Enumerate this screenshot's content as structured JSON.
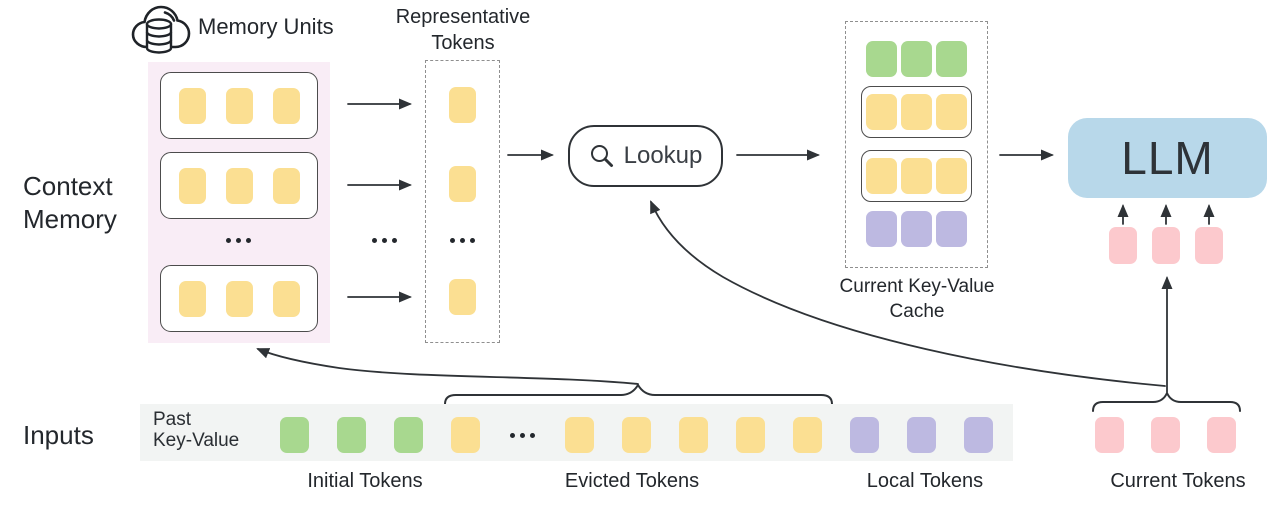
{
  "colors": {
    "token_yellow": "#FBDF92",
    "token_green": "#A8D88F",
    "token_purple": "#BDB9E1",
    "token_pink": "#FCC9CD",
    "llm_blue": "#B8D8EA",
    "memory_bg": "#F9EDF6",
    "strip_bg": "#F2F4F3",
    "line": "#2F3337"
  },
  "icons": {
    "memory_units": "cloud-database-icon",
    "lookup": "magnifier-icon",
    "ellipsis": "ellipsis-icon"
  },
  "header": {
    "memory_units": "Memory Units",
    "representative_line1": "Representative",
    "representative_line2": "Tokens"
  },
  "context_memory": {
    "label_line1": "Context",
    "label_line2": "Memory",
    "rows": [
      [
        "yellow",
        "yellow",
        "yellow"
      ],
      [
        "yellow",
        "yellow",
        "yellow"
      ],
      [
        "yellow",
        "yellow",
        "yellow"
      ]
    ]
  },
  "representative": {
    "tokens": [
      "yellow",
      "yellow",
      "yellow"
    ]
  },
  "lookup": {
    "label": "Lookup"
  },
  "cache": {
    "caption_line1": "Current Key-Value",
    "caption_line2": "Cache",
    "rows": [
      {
        "boxed": false,
        "tokens": [
          "green",
          "green",
          "green"
        ]
      },
      {
        "boxed": true,
        "tokens": [
          "yellow",
          "yellow",
          "yellow"
        ]
      },
      {
        "boxed": true,
        "tokens": [
          "yellow",
          "yellow",
          "yellow"
        ]
      },
      {
        "boxed": false,
        "tokens": [
          "purple",
          "purple",
          "purple"
        ]
      }
    ]
  },
  "llm": {
    "label": "LLM",
    "tokens": [
      "pink",
      "pink",
      "pink"
    ]
  },
  "inputs": {
    "label": "Inputs",
    "past_kv_line1": "Past",
    "past_kv_line2": "Key-Value",
    "strip_tokens": [
      "green",
      "green",
      "green",
      "yellow",
      "dots",
      "yellow",
      "yellow",
      "yellow",
      "yellow",
      "yellow",
      "purple",
      "purple",
      "purple"
    ],
    "current_tokens": [
      "pink",
      "pink",
      "pink"
    ],
    "captions": {
      "initial": "Initial Tokens",
      "evicted": "Evicted Tokens",
      "local": "Local Tokens",
      "current": "Current Tokens"
    }
  }
}
